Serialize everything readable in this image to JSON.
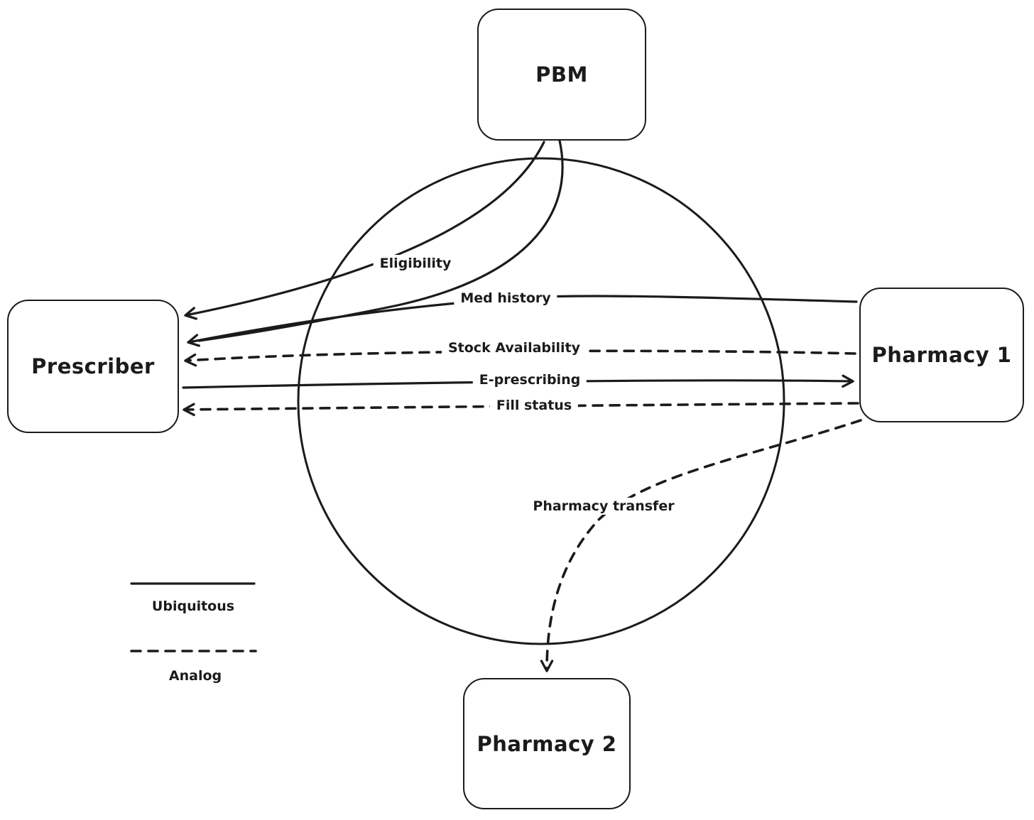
{
  "nodes": {
    "pbm": {
      "label": "PBM"
    },
    "prescriber": {
      "label": "Prescriber"
    },
    "pharmacy1": {
      "label": "Pharmacy 1"
    },
    "pharmacy2": {
      "label": "Pharmacy 2"
    }
  },
  "edges": {
    "eligibility": {
      "label": "Eligibility",
      "style": "solid",
      "from": "PBM",
      "to": "Prescriber"
    },
    "med_history": {
      "label": "Med history",
      "style": "solid",
      "from": "Pharmacy 1",
      "to": "Prescriber"
    },
    "stock_availability": {
      "label": "Stock Availability",
      "style": "dashed",
      "from": "Pharmacy 1",
      "to": "Prescriber"
    },
    "e_prescribing": {
      "label": "E-prescribing",
      "style": "solid",
      "from": "Prescriber",
      "to": "Pharmacy 1"
    },
    "fill_status": {
      "label": "Fill status",
      "style": "dashed",
      "from": "Pharmacy 1",
      "to": "Prescriber"
    },
    "pharmacy_transfer": {
      "label": "Pharmacy transfer",
      "style": "dashed",
      "from": "Pharmacy 1",
      "to": "Pharmacy 2"
    }
  },
  "legend": {
    "ubiquitous": "Ubiquitous",
    "analog": "Analog"
  },
  "colors": {
    "stroke": "#1b1b1b",
    "background": "#ffffff"
  }
}
